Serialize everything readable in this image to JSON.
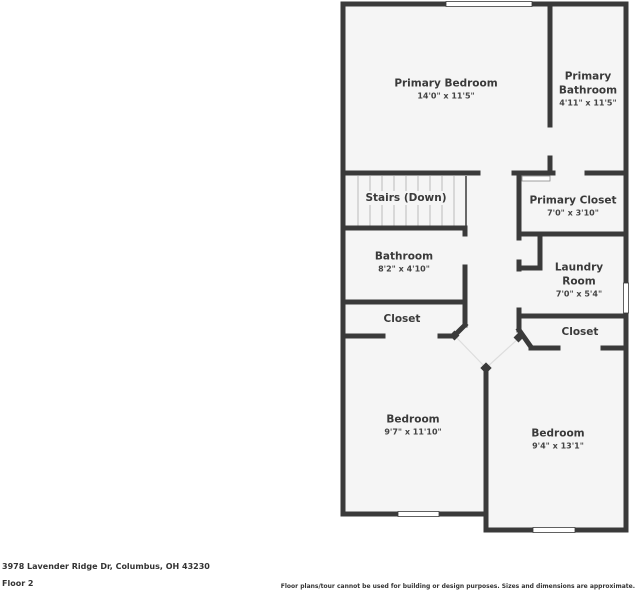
{
  "footer": {
    "address": "3978 Lavender Ridge Dr, Columbus, OH 43230",
    "floor": "Floor 2",
    "disclaimer": "Floor plans/tour cannot be used for building or design purposes. Sizes and dimensions are approximate."
  },
  "colors": {
    "wall": "#3a3a3a",
    "floor_fill": "#f5f5f5",
    "window": "#ffffff",
    "text": "#3a3a3a"
  },
  "rooms": {
    "primary_bedroom": {
      "name": "Primary Bedroom",
      "dims": "14'0\" x 11'5\""
    },
    "primary_bathroom": {
      "name_line1": "Primary",
      "name_line2": "Bathroom",
      "dims": "4'11\" x 11'5\""
    },
    "stairs": {
      "name": "Stairs (Down)"
    },
    "primary_closet": {
      "name": "Primary Closet",
      "dims": "7'0\" x 3'10\""
    },
    "bathroom": {
      "name": "Bathroom",
      "dims": "8'2\" x 4'10\""
    },
    "laundry_room": {
      "name_line1": "Laundry",
      "name_line2": "Room",
      "dims": "7'0\" x 5'4\""
    },
    "closet_left": {
      "name": "Closet"
    },
    "closet_right": {
      "name": "Closet"
    },
    "bedroom_left": {
      "name": "Bedroom",
      "dims": "9'7\" x 11'10\""
    },
    "bedroom_right": {
      "name": "Bedroom",
      "dims": "9'4\" x 13'1\""
    }
  }
}
